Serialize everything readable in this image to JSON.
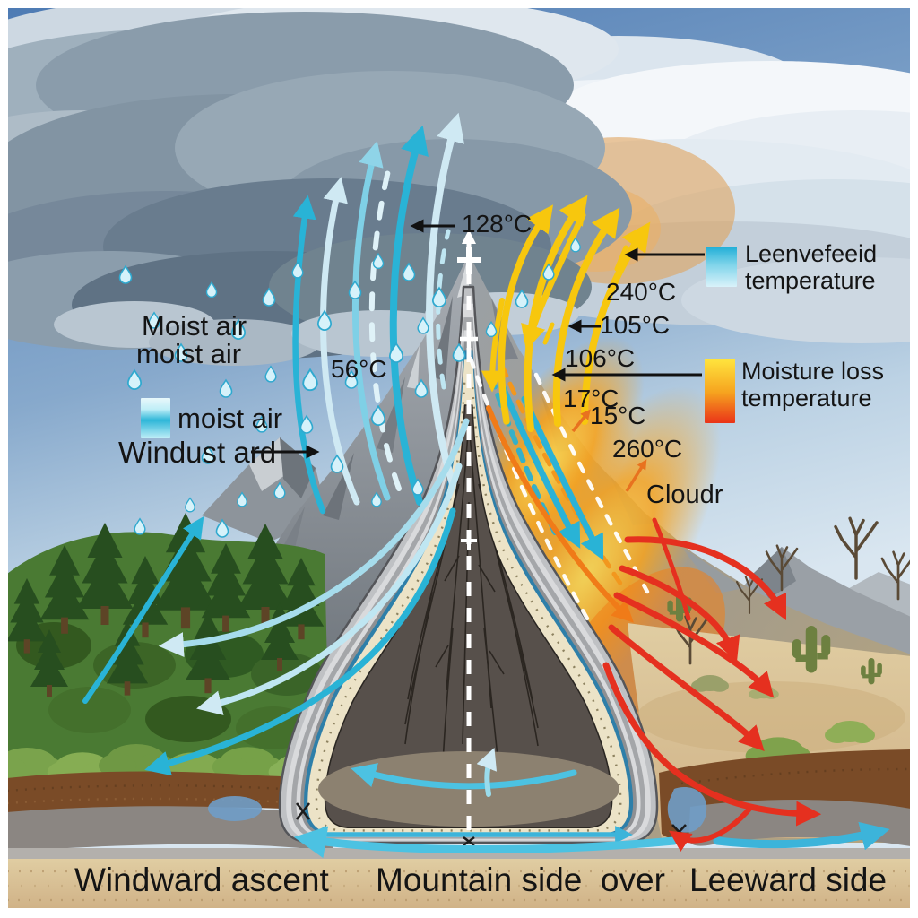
{
  "windward": {
    "cloud_air_caps": "Moist air",
    "cloud_air_lower": "moist air",
    "mid_temp": "56°C",
    "swatch_label": "moist air",
    "wind_label": "Windust ard"
  },
  "summit": {
    "top_temp": "128°C"
  },
  "leeward": {
    "t240": "240°C",
    "t105": "105°C",
    "t106": "106°C",
    "t17": "17°C",
    "t15": "15°C",
    "t260": "260°C",
    "cloud_label": "Cloudr"
  },
  "legend": {
    "cool": {
      "line1": "Leenvefeeid",
      "line2": "temperature",
      "top_color": "#1faed6",
      "bottom_color": "#d9f2fa"
    },
    "warm": {
      "line1": "Moisture loss",
      "line2": "temperature",
      "top_color": "#ffe53e",
      "mid_color": "#f6a41f",
      "bottom_color": "#ea3318"
    }
  },
  "footer": {
    "left_label": "Windward ascent",
    "center_label": "Mountain side  over",
    "right_label": "Leeward side"
  },
  "flow_colors": {
    "cool_updraft": "#29b3d6",
    "warm_updraft": "#f7c70e",
    "hot_downdraft": "#e5301f",
    "descending_air": "#2ab2d6"
  }
}
